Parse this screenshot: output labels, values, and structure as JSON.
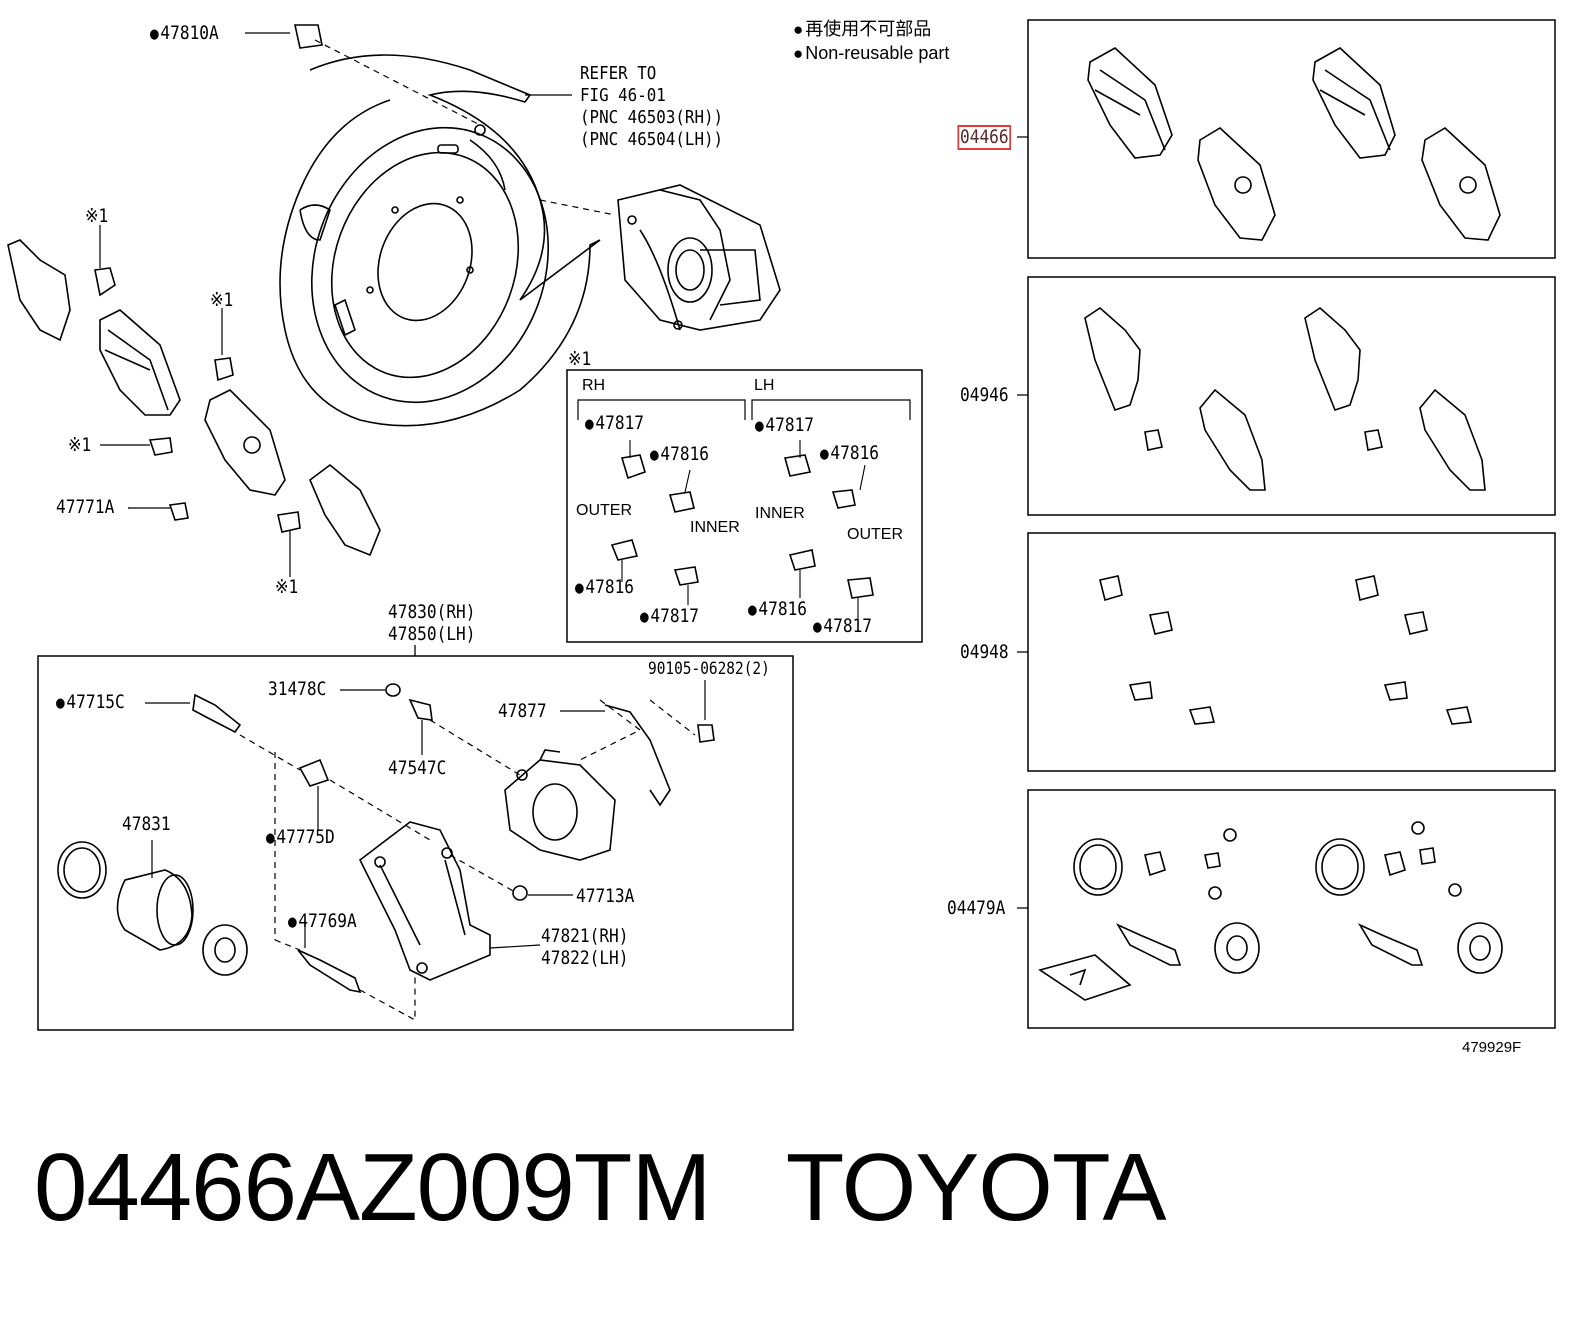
{
  "legend": {
    "jp": "再使用不可部品",
    "en": "Non-reusable part"
  },
  "refer_text": "REFER TO\nFIG 46-01\n(PNC 46503(RH))\n(PNC 46504(LH))",
  "mark": "※1",
  "parts": {
    "p47810A": "47810A",
    "p47771A": "47771A",
    "p47830": "47830(RH)",
    "p47850": "47850(LH)",
    "p47715C": "47715C",
    "p31478C": "31478C",
    "p90105": "90105-06282(2)",
    "p47877": "47877",
    "p47547C": "47547C",
    "p47831": "47831",
    "p47775D": "47775D",
    "p47713A": "47713A",
    "p47769A": "47769A",
    "p47821": "47821(RH)",
    "p47822": "47822(LH)"
  },
  "inset": {
    "rh": "RH",
    "lh": "LH",
    "outer": "OUTER",
    "inner": "INNER",
    "p47817": "47817",
    "p47816": "47816"
  },
  "kits": [
    {
      "code": "04466",
      "highlighted": true
    },
    {
      "code": "04946",
      "highlighted": false
    },
    {
      "code": "04948",
      "highlighted": false
    },
    {
      "code": "04479A",
      "highlighted": false
    }
  ],
  "figure_id": "479929F",
  "caption": "04466AZ009TM   TOYOTA",
  "colors": {
    "highlight": "#e23b3b",
    "line": "#000000"
  }
}
